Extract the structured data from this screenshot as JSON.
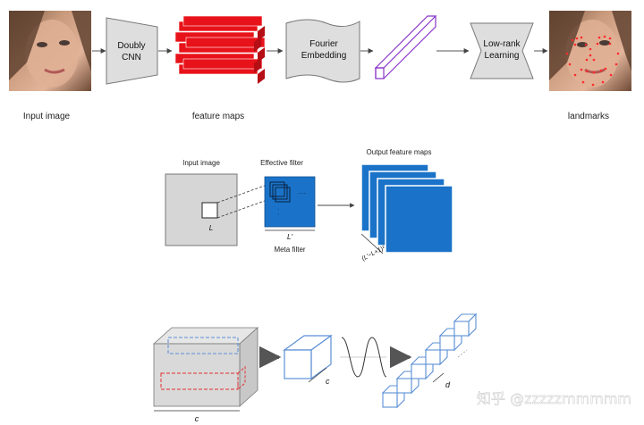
{
  "pipeline": {
    "input_label": "Input image",
    "cnn_label_line1": "Doubly",
    "cnn_label_line2": "CNN",
    "feature_maps_label": "feature maps",
    "fourier_label_line1": "Fourier",
    "fourier_label_line2": "Embedding",
    "lowrank_label_line1": "Low-rank",
    "lowrank_label_line2": "Learning",
    "output_label": "landmarks"
  },
  "doubly_conv": {
    "input_title": "Input image",
    "patch_label": "L",
    "effective_filter_title": "Effective filter",
    "meta_filter_dim": "L'",
    "meta_filter_title": "Meta filter",
    "output_title": "Output feature maps",
    "output_dim": "(L'−L+1)²",
    "dots": "···"
  },
  "embedding_detail": {
    "channel_label_left": "c",
    "channel_label_cuboid": "c",
    "dim_label": "d"
  },
  "watermark": "知乎 @zzzzzmmmmm",
  "colors": {
    "feature_map_red": "#e8121a",
    "filter_blue": "#1a73c9",
    "purple": "#8a35c9",
    "outline_blue": "#5b8fd6",
    "dashed_red": "#e23030",
    "gray_shape": "#dadada"
  }
}
